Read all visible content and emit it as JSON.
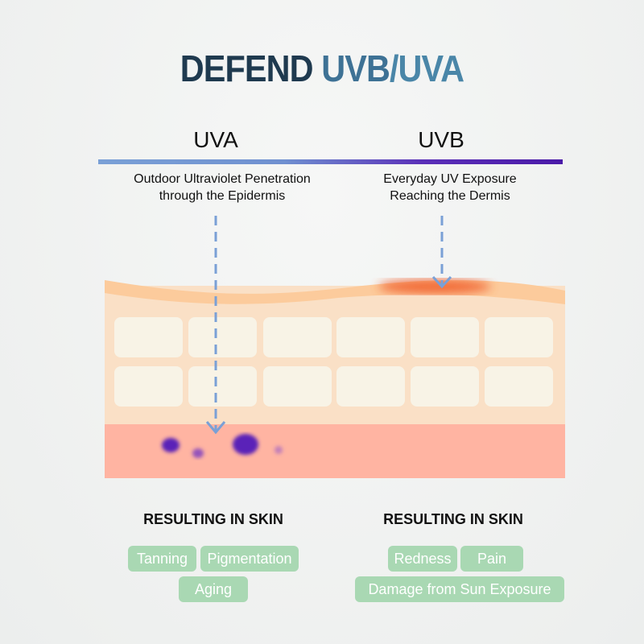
{
  "title": {
    "part1": "DEFEND",
    "part2": "UVB",
    "part3": "/UVA"
  },
  "uva": {
    "heading": "UVA",
    "desc_line1": "Outdoor Ultraviolet Penetration",
    "desc_line2": "through the Epidermis",
    "result_heading": "RESULTING IN SKIN",
    "tags": [
      "Tanning",
      "Pigmentation",
      "Aging"
    ]
  },
  "uvb": {
    "heading": "UVB",
    "desc_line1": "Everyday UV Exposure",
    "desc_line2": "Reaching the Dermis",
    "result_heading": "RESULTING IN SKIN",
    "tags": [
      "Redness",
      "Pain",
      "Damage from Sun Exposure"
    ]
  },
  "colors": {
    "tag": "#a9d8b3",
    "dermis": "#ffb4a2",
    "epidermis": "#fadfc4",
    "arrow": "#7aa0d6",
    "pigment": "#5a22b8"
  }
}
